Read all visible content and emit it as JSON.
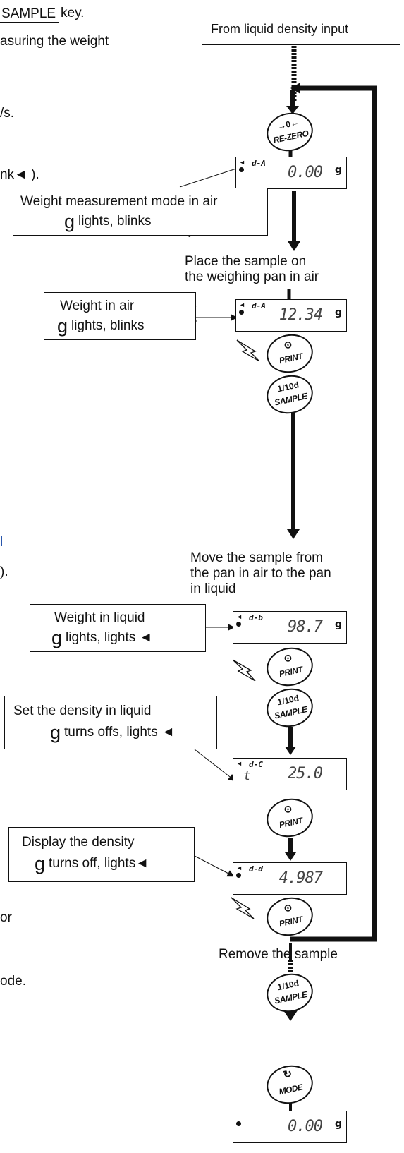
{
  "left_fragments": {
    "l1_key": "SAMPLE",
    "l1_suffix": "key.",
    "l2": "asuring the weight",
    "l3": "/s.",
    "l4": "nk◄ ).",
    "l5": "l",
    "l6": ").",
    "l7": "or",
    "l8": "ode."
  },
  "header_box": "From liquid density input",
  "keys": {
    "rezero": {
      "symbol": "→0←",
      "label": "RE-ZERO"
    },
    "print": {
      "symbol": "⊙",
      "label": "PRINT"
    },
    "sample": {
      "symbol": "1/10d",
      "label": "SAMPLE"
    },
    "mode": {
      "symbol": "↻",
      "label": "MODE"
    }
  },
  "displays": {
    "d1": {
      "mode": "d-A",
      "value": "0.00",
      "unit": "g"
    },
    "d2": {
      "mode": "d-A",
      "value": "12.34",
      "unit": "g"
    },
    "d3": {
      "mode": "d-b",
      "value": "98.7",
      "unit": "g"
    },
    "d4": {
      "mode": "d-C",
      "value": "25.0",
      "unit": "",
      "prefix": "t"
    },
    "d5": {
      "mode": "d-d",
      "value": "4.987",
      "unit": ""
    },
    "d6": {
      "mode": "",
      "value": "0.00",
      "unit": "g"
    }
  },
  "callouts": {
    "c1": {
      "line1": "Weight measurement mode in air",
      "g": "g",
      "line2": "lights, blinks"
    },
    "c2": {
      "line1": "Weight in air",
      "g": "g",
      "line2": "lights, blinks"
    },
    "c3": {
      "line1": "Weight in liquid",
      "g": "g",
      "line2": "lights, lights ◄"
    },
    "c4": {
      "line1": "Set the density in liquid",
      "g": "g",
      "line2": "turns offs, lights ◄"
    },
    "c5": {
      "line1": "Display the density",
      "g": "g",
      "line2": "turns off, lights◄"
    }
  },
  "steps": {
    "s1": [
      "Place the sample on",
      "the weighing pan in air"
    ],
    "s2": [
      "Move the sample from",
      "the pan in air to the pan",
      "in liquid"
    ],
    "s3": "Remove the sample"
  }
}
